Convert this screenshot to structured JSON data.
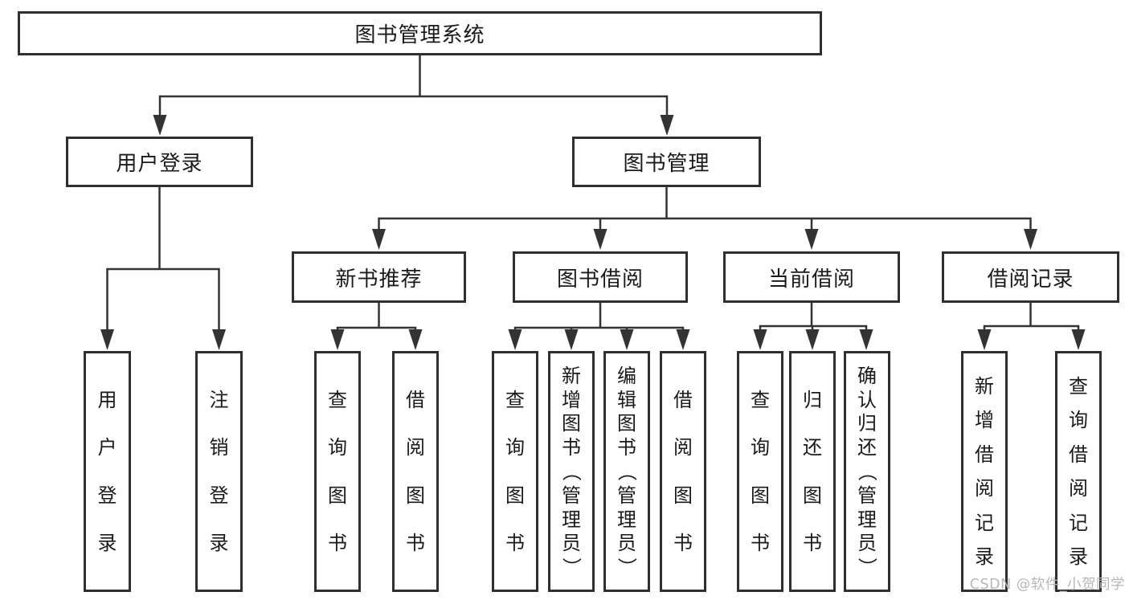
{
  "diagram": {
    "title": "图书管理系统",
    "level1": [
      "用户登录",
      "图书管理"
    ],
    "level2": [
      "新书推荐",
      "图书借阅",
      "当前借阅",
      "借阅记录"
    ],
    "leaves": {
      "user_login": [
        "用户登录",
        "注销登录"
      ],
      "new_book_recommend": [
        "查询图书",
        "借阅图书"
      ],
      "book_borrow": [
        "查询图书",
        "新增图书（管理员）",
        "编辑图书（管理员）",
        "借阅图书"
      ],
      "current_borrow": [
        "查询图书",
        "归还图书",
        "确认归还（管理员）"
      ],
      "borrow_records": [
        "新增借阅记录",
        "查询借阅记录"
      ]
    },
    "watermark": "CSDN @软件_小贺同学",
    "colors": {
      "line": "#333333",
      "box_border": "#2f2f2f",
      "text": "#1a1a1a",
      "watermark": "#b7b7b7",
      "background": "#ffffff"
    }
  }
}
